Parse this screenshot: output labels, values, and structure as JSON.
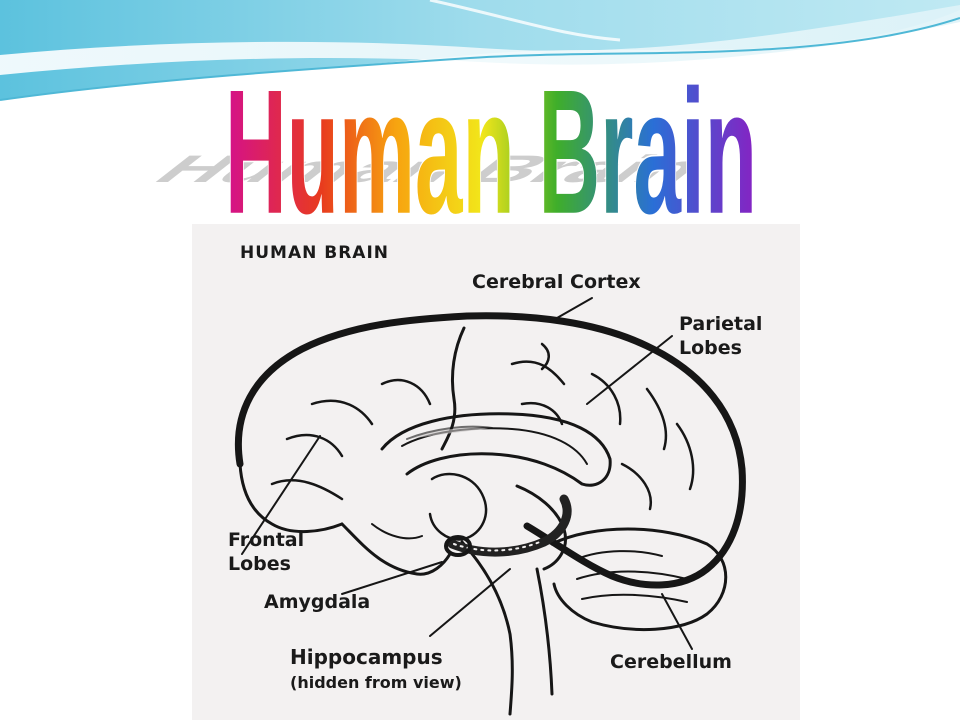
{
  "slide": {
    "title": "Human Brain",
    "title_gradient": [
      "#d4108c",
      "#e83b1e",
      "#f7a410",
      "#f2e61a",
      "#3fae2a",
      "#2a6fd6",
      "#8a1fc2"
    ],
    "wave_colors": [
      "#7fd0e6",
      "#b8e6f0",
      "#dff3f8"
    ]
  },
  "diagram": {
    "heading": "HUMAN BRAIN",
    "labels": {
      "cerebral_cortex": "Cerebral Cortex",
      "parietal_1": "Parietal",
      "parietal_2": "Lobes",
      "frontal_1": "Frontal",
      "frontal_2": "Lobes",
      "amygdala": "Amygdala",
      "hippocampus": "Hippocampus",
      "hippocampus_note": "(hidden from view)",
      "cerebellum": "Cerebellum"
    }
  }
}
